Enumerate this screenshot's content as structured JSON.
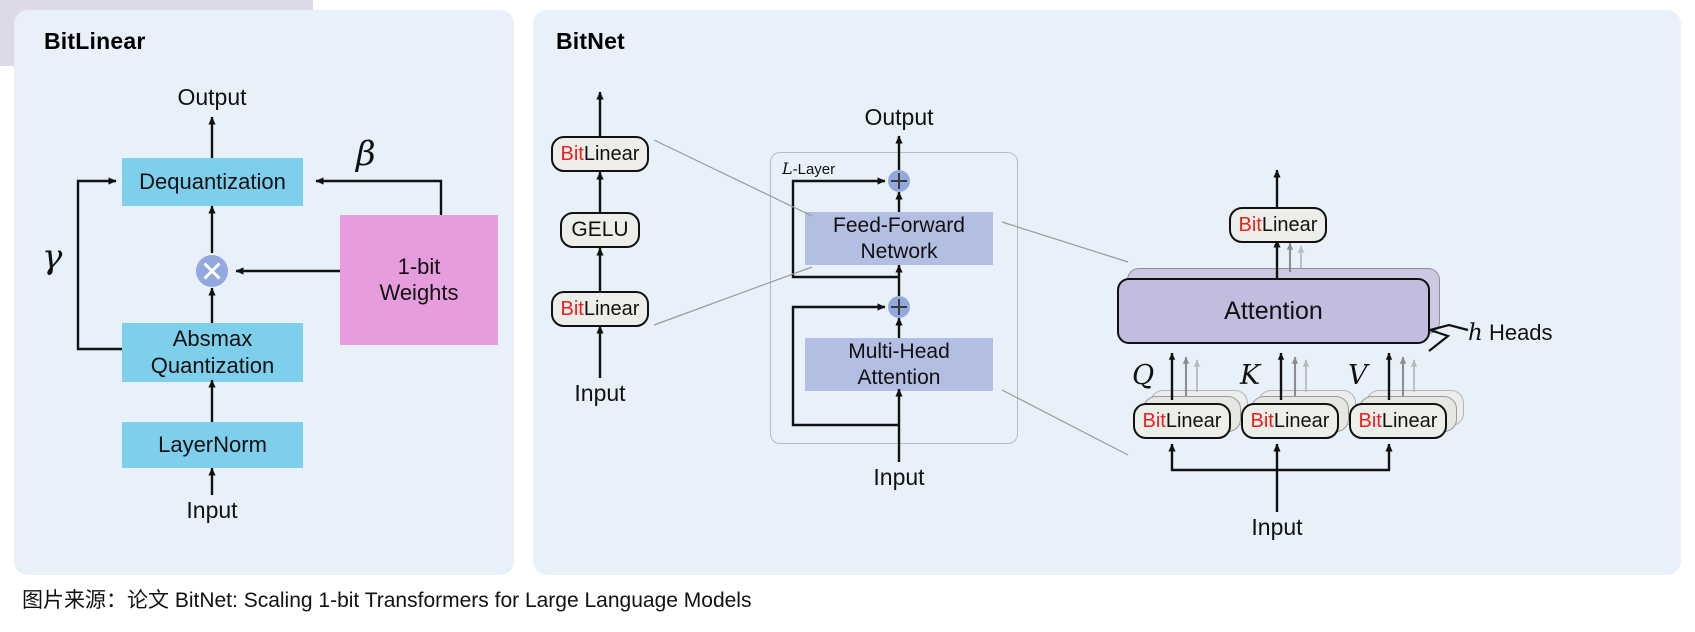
{
  "figure": {
    "caption": "图片来源：论文 BitNet: Scaling 1-bit Transformers for Large Language Models"
  },
  "panels": {
    "bitlinear": {
      "title": "BitLinear",
      "nodes": {
        "output": "Output",
        "dequantization": "Dequantization",
        "absmax_quantization": "Absmax\nQuantization",
        "absmax_line1": "Absmax",
        "absmax_line2": "Quantization",
        "layernorm": "LayerNorm",
        "input": "Input",
        "weights_line1": "1-bit",
        "weights_line2": "Weights",
        "multiply_symbol": "×"
      },
      "labels": {
        "gamma": "γ",
        "beta": "β"
      },
      "colors": {
        "block_blue": "#7ecfec",
        "block_pink": "#e79cdd",
        "panel_bg": "#e8f0fa",
        "node_blue": "#93a9dd"
      }
    },
    "bitnet": {
      "title": "BitNet",
      "left_stack": {
        "top_arrow_label": "",
        "bitlinear_top": {
          "bit": "Bit",
          "linear": "Linear"
        },
        "gelu": "GELU",
        "bitlinear_bottom": {
          "bit": "Bit",
          "linear": "Linear"
        },
        "input": "Input"
      },
      "middle_stack": {
        "output": "Output",
        "layer_badge_italic": "L",
        "layer_badge_rest": "-Layer",
        "feed_forward_line1": "Feed-Forward",
        "feed_forward_line2": "Network",
        "multi_head_line1": "Multi-Head",
        "multi_head_line2": "Attention",
        "input": "Input",
        "residual_symbol": "+"
      },
      "right_stack": {
        "bitlinear_out": {
          "bit": "Bit",
          "linear": "Linear"
        },
        "attention": "Attention",
        "heads_italic": "h",
        "heads_label": " Heads",
        "q": "Q",
        "k": "K",
        "v": "V",
        "bitlinear_q": {
          "bit": "Bit",
          "linear": "Linear"
        },
        "bitlinear_k": {
          "bit": "Bit",
          "linear": "Linear"
        },
        "bitlinear_v": {
          "bit": "Bit",
          "linear": "Linear"
        },
        "input": "Input"
      },
      "colors": {
        "block_ffn": "#b3bfe2",
        "attention": "#c3bcdf",
        "pill_bg": "#eceeea",
        "bit_red": "#ef1f1f",
        "panel_bg": "#e8f0fa"
      }
    }
  }
}
